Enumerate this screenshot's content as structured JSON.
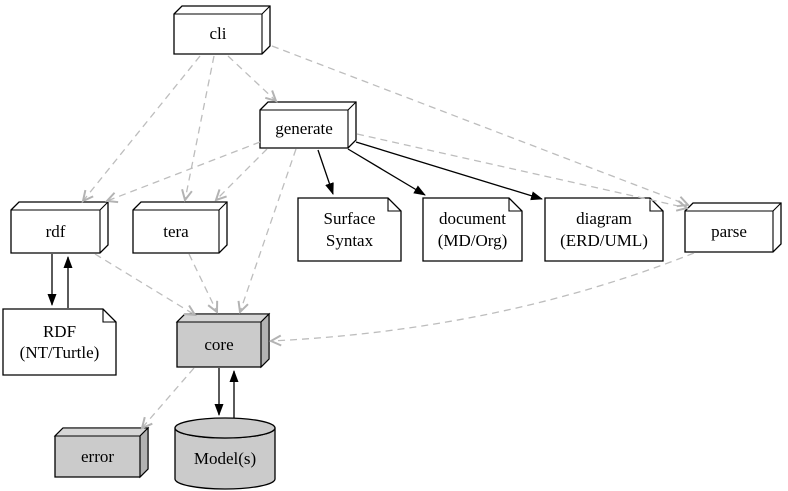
{
  "diagram": {
    "kind": "module-dependency-diagram",
    "colors": {
      "background": "#ffffff",
      "node_stroke": "#000000",
      "node_fill_default": "#ffffff",
      "node_fill_highlight": "#cbcbcb",
      "dashed_edge": "#bdbdbd",
      "solid_edge": "#000000"
    }
  },
  "nodes": {
    "cli": {
      "label": "cli",
      "shape": "component-box",
      "fill": "white"
    },
    "generate": {
      "label": "generate",
      "shape": "component-box",
      "fill": "white"
    },
    "rdf": {
      "label": "rdf",
      "shape": "component-box",
      "fill": "white"
    },
    "tera": {
      "label": "tera",
      "shape": "component-box",
      "fill": "white"
    },
    "surface_syntax": {
      "label": "Surface\nSyntax",
      "shape": "note",
      "fill": "white"
    },
    "document_md_org": {
      "label": "document\n(MD/Org)",
      "shape": "note",
      "fill": "white"
    },
    "diagram_erd_uml": {
      "label": "diagram\n(ERD/UML)",
      "shape": "note",
      "fill": "white"
    },
    "parse": {
      "label": "parse",
      "shape": "component-box",
      "fill": "white"
    },
    "rdf_nt_turtle": {
      "label": "RDF\n(NT/Turtle)",
      "shape": "note",
      "fill": "white"
    },
    "core": {
      "label": "core",
      "shape": "component-box",
      "fill": "gray"
    },
    "error": {
      "label": "error",
      "shape": "component-box",
      "fill": "gray"
    },
    "models": {
      "label": "Model(s)",
      "shape": "cylinder",
      "fill": "gray"
    }
  },
  "edges": [
    {
      "from": "cli",
      "to": "generate",
      "style": "dashed"
    },
    {
      "from": "cli",
      "to": "rdf",
      "style": "dashed"
    },
    {
      "from": "cli",
      "to": "tera",
      "style": "dashed"
    },
    {
      "from": "cli",
      "to": "parse",
      "style": "dashed"
    },
    {
      "from": "generate",
      "to": "rdf",
      "style": "dashed"
    },
    {
      "from": "generate",
      "to": "tera",
      "style": "dashed"
    },
    {
      "from": "generate",
      "to": "parse",
      "style": "dashed"
    },
    {
      "from": "generate",
      "to": "core",
      "style": "dashed"
    },
    {
      "from": "generate",
      "to": "surface_syntax",
      "style": "solid"
    },
    {
      "from": "generate",
      "to": "document_md_org",
      "style": "solid"
    },
    {
      "from": "generate",
      "to": "diagram_erd_uml",
      "style": "solid"
    },
    {
      "from": "rdf",
      "to": "rdf_nt_turtle",
      "style": "solid"
    },
    {
      "from": "rdf_nt_turtle",
      "to": "rdf",
      "style": "solid"
    },
    {
      "from": "rdf",
      "to": "core",
      "style": "dashed"
    },
    {
      "from": "tera",
      "to": "core",
      "style": "dashed"
    },
    {
      "from": "parse",
      "to": "core",
      "style": "dashed"
    },
    {
      "from": "core",
      "to": "error",
      "style": "dashed"
    },
    {
      "from": "core",
      "to": "models",
      "style": "solid"
    },
    {
      "from": "models",
      "to": "core",
      "style": "solid"
    }
  ]
}
